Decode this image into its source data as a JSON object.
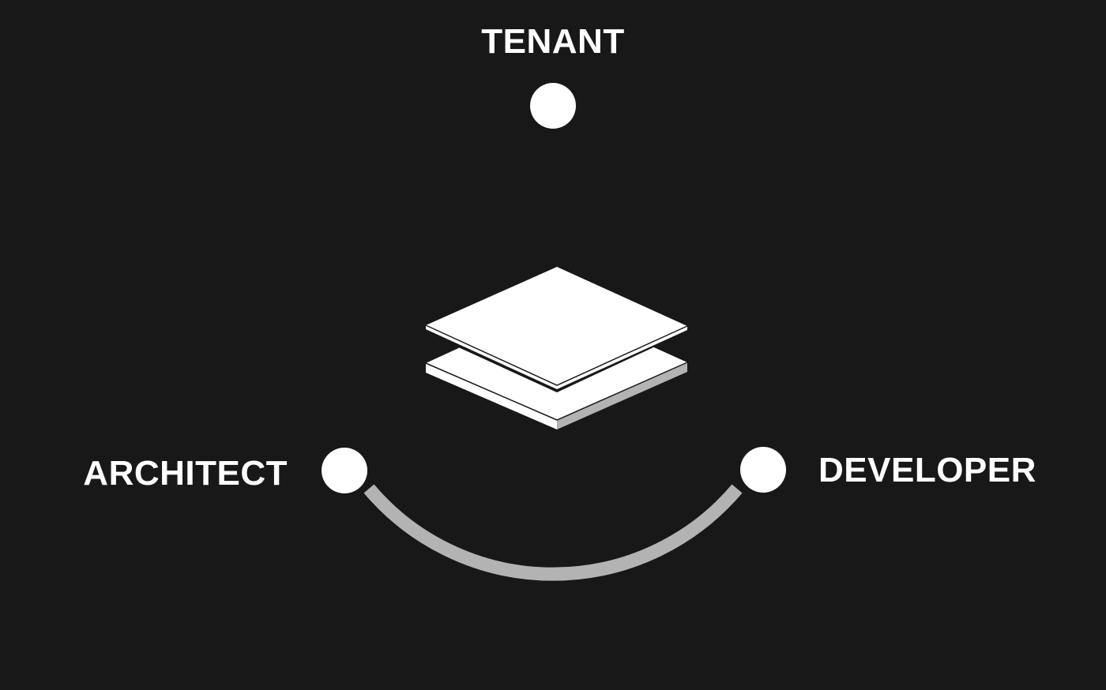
{
  "nodes": {
    "tenant": {
      "label": "TENANT"
    },
    "architect": {
      "label": "ARCHITECT"
    },
    "developer": {
      "label": "DEVELOPER"
    }
  },
  "connections": [
    {
      "from": "architect",
      "to": "developer"
    }
  ],
  "center_icon": "stacked-layers-icon",
  "colors": {
    "background": "#181818",
    "node_fill": "#ffffff",
    "label_text": "#ffffff",
    "connector": "#b3b3b3",
    "layer_top": "#ffffff",
    "layer_edge": "#b3b3b3"
  }
}
